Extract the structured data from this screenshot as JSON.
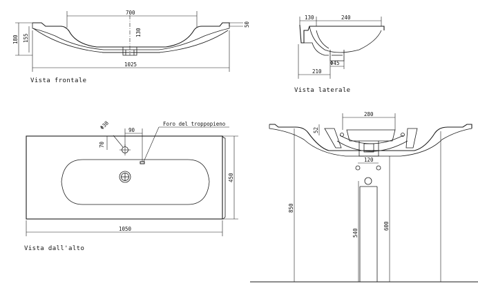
{
  "views": {
    "front": "Vista frontale",
    "side": "Vista laterale",
    "top": "Vista dall'alto"
  },
  "dims": {
    "front_width_basin": "700",
    "front_total_width": "1025",
    "front_height_180": "180",
    "front_height_155": "155",
    "front_depth_130": "130",
    "front_lip_50": "50",
    "side_130": "130",
    "side_240": "240",
    "side_210": "210",
    "side_diam_45": "Φ45",
    "top_90": "90",
    "top_70": "70",
    "top_diam_38": "Φ38",
    "overflow_label": "Foro del troppopieno",
    "top_1050": "1050",
    "top_450": "450",
    "ped_280": "280",
    "ped_52": "52",
    "ped_120": "120",
    "ped_850": "850",
    "ped_540": "540",
    "ped_600": "600"
  }
}
